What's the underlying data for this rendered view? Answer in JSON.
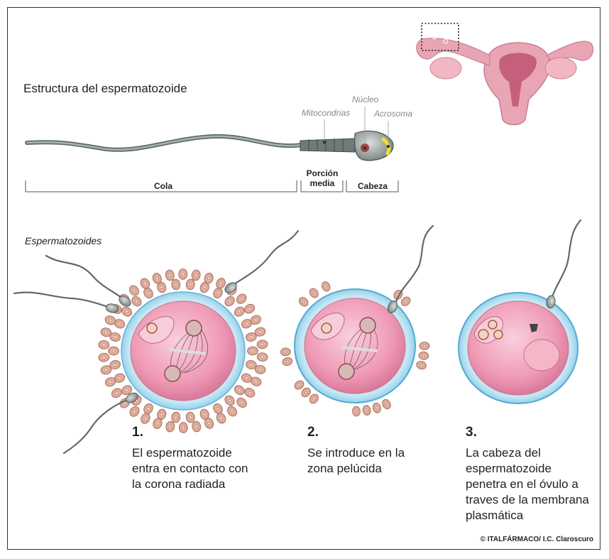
{
  "title": "Estructura del espermatozoide",
  "labels": {
    "mitocondrias": "Mitocondrias",
    "nucleo": "Núcleo",
    "acrosoma": "Acrosoma",
    "espermatozoides": "Espermatozoides"
  },
  "segments": {
    "cola": "Cola",
    "porcion_media": "Porción media",
    "cabeza": "Cabeza"
  },
  "steps": [
    {
      "number": "1.",
      "text": "El espermatozoide entra en contacto con la corona radiada"
    },
    {
      "number": "2.",
      "text": "Se introduce en la zona pelúcida"
    },
    {
      "number": "3.",
      "text": "La cabeza del espermatozoide penetra en el óvulo a traves de la membrana plasmática"
    }
  ],
  "copyright": "© ITALFÁRMACO/ I.C. Claroscuro",
  "colors": {
    "zona_pelucida": "#9fd3ea",
    "ovulo": "#f0a6bf",
    "corona_cells": "#d9a694",
    "sperm": "#7a8a88",
    "acrosome": "#f0e030",
    "uterus": "#e9a5b3"
  }
}
